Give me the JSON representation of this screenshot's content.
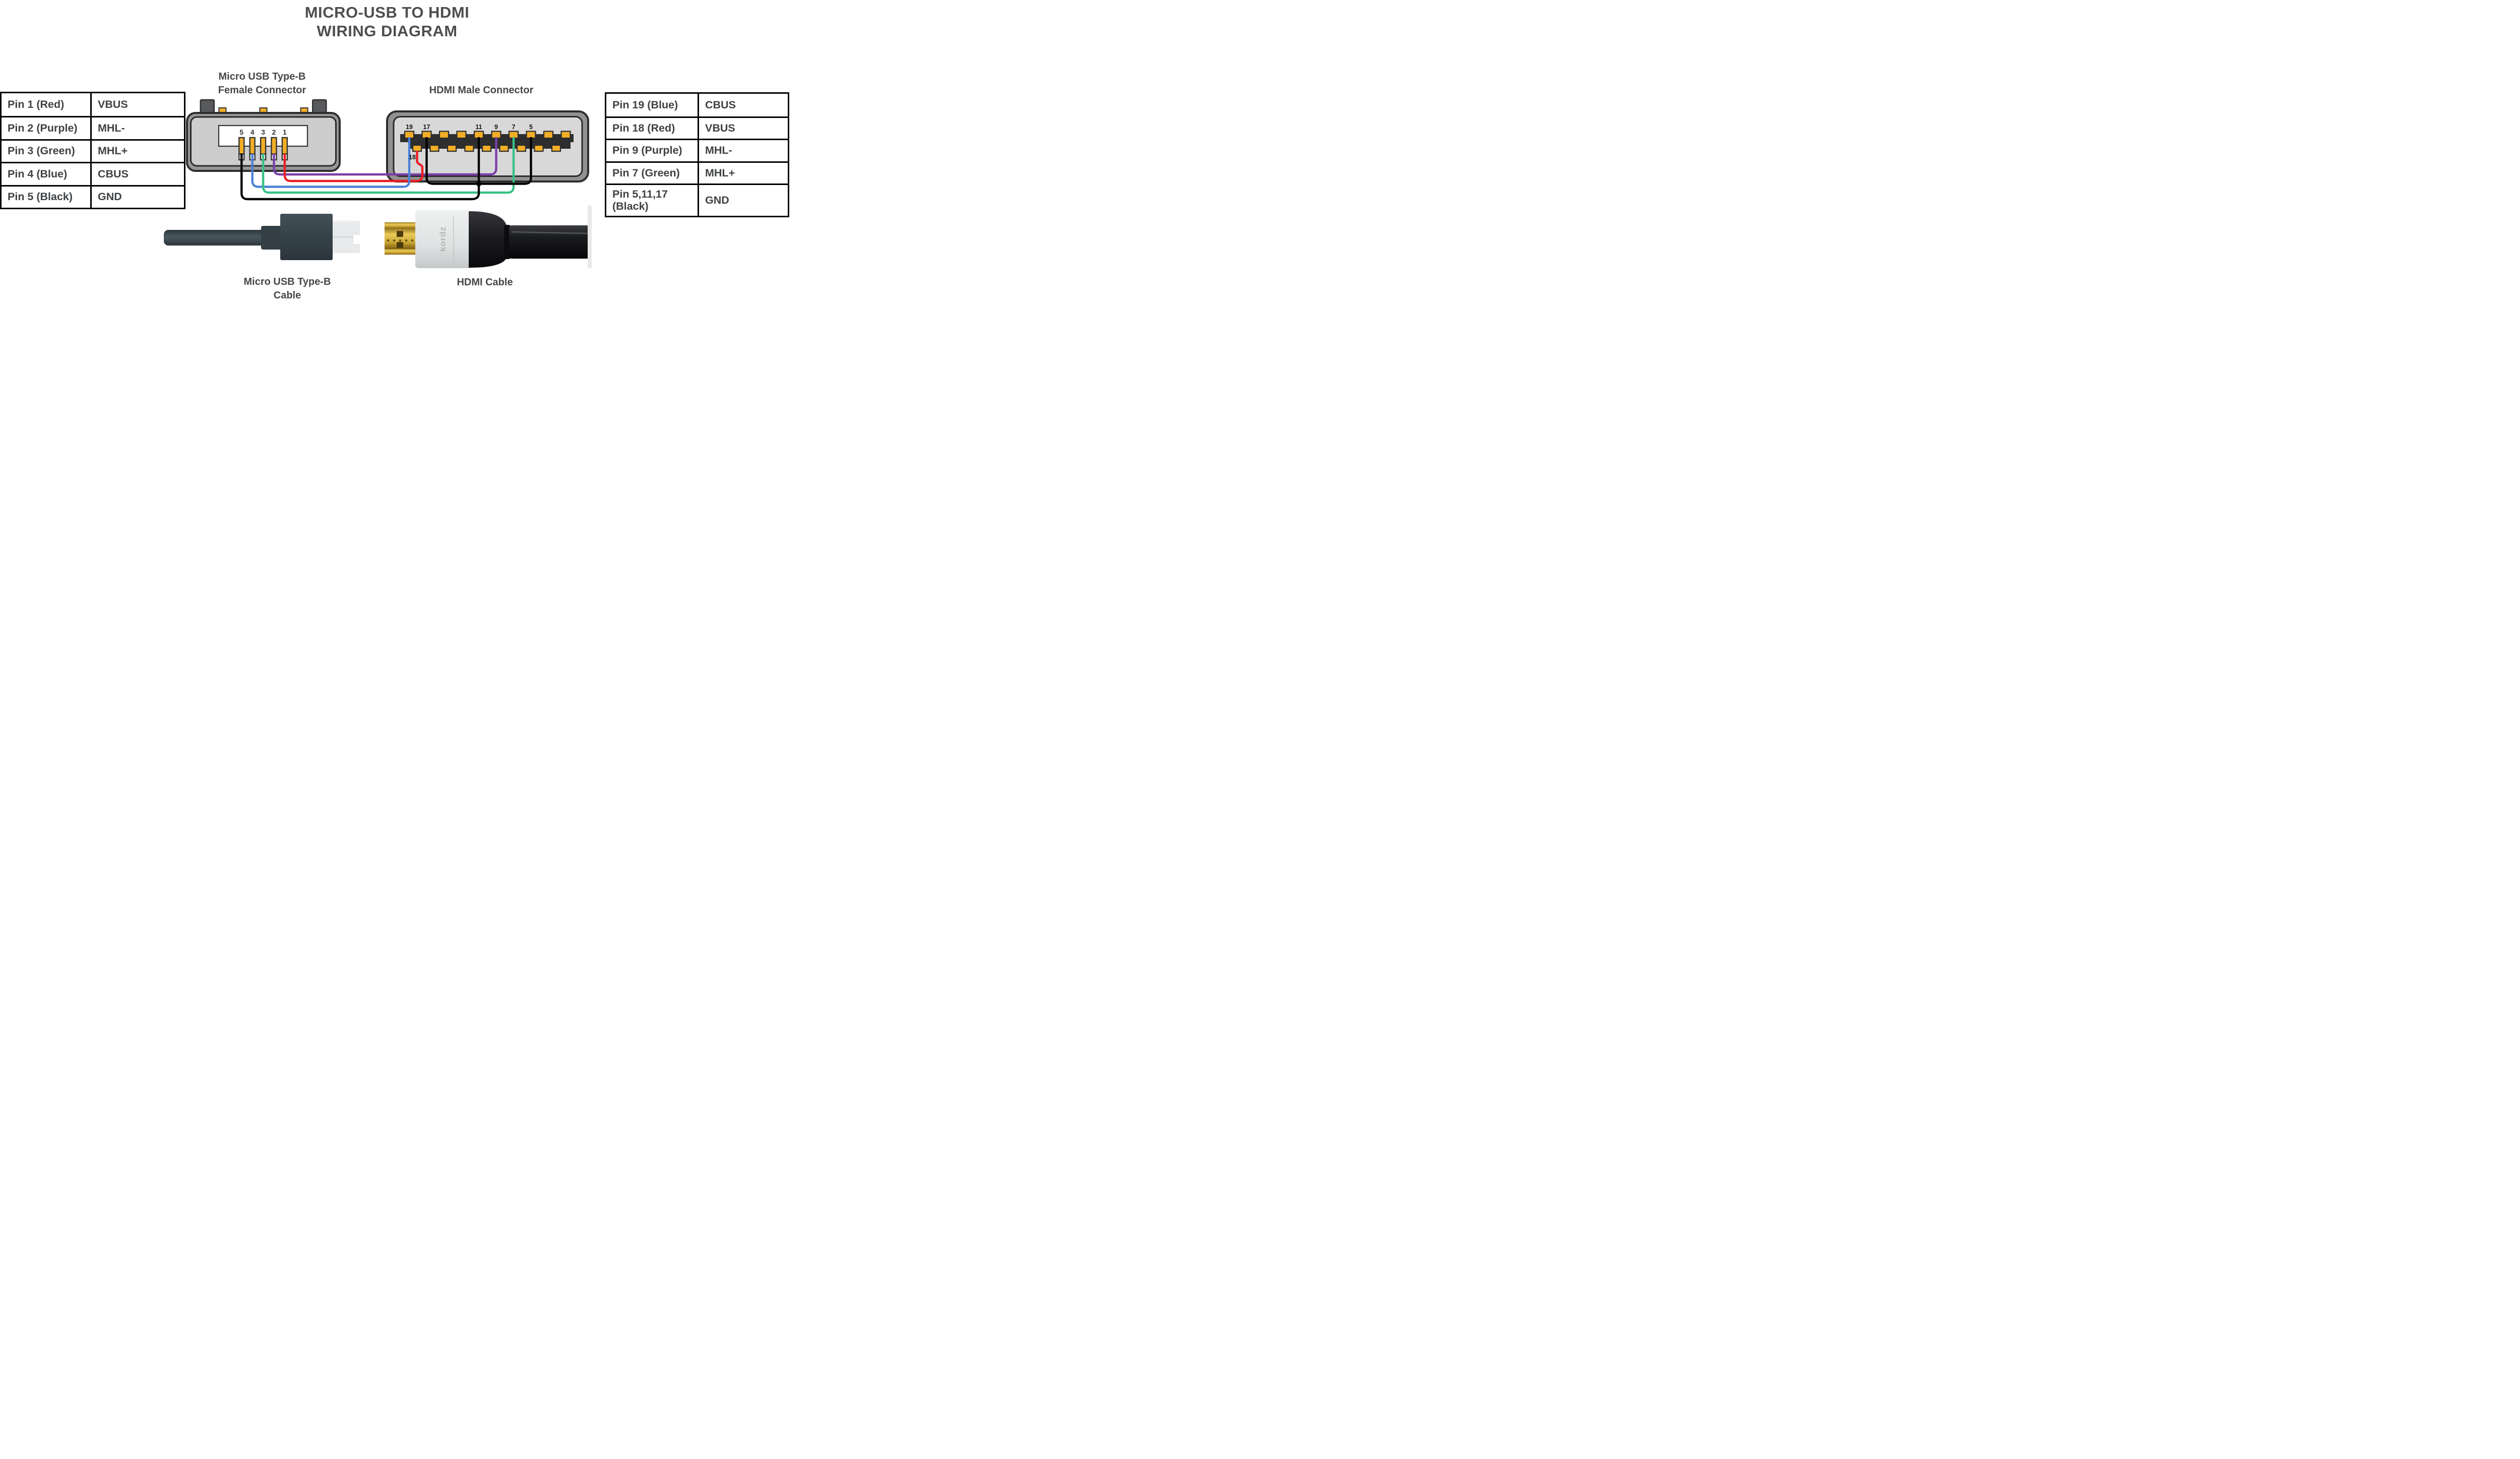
{
  "title": {
    "line1": "MICRO-USB TO HDMI",
    "line2": "WIRING DIAGRAM"
  },
  "left_table": {
    "rows": [
      {
        "pin": "Pin 1 (Red)",
        "signal": "VBUS"
      },
      {
        "pin": "Pin 2 (Purple)",
        "signal": "MHL-"
      },
      {
        "pin": "Pin 3 (Green)",
        "signal": "MHL+"
      },
      {
        "pin": "Pin 4 (Blue)",
        "signal": "CBUS"
      },
      {
        "pin": "Pin 5 (Black)",
        "signal": "GND"
      }
    ]
  },
  "right_table": {
    "rows": [
      {
        "pin": "Pin 19 (Blue)",
        "signal": "CBUS"
      },
      {
        "pin": "Pin 18 (Red)",
        "signal": "VBUS"
      },
      {
        "pin": "Pin 9 (Purple)",
        "signal": "MHL-"
      },
      {
        "pin": "Pin 7 (Green)",
        "signal": "MHL+"
      },
      {
        "pin": "Pin 5,11,17 (Black)",
        "signal": "GND"
      }
    ]
  },
  "micro_connector": {
    "label_line1": "Micro USB Type-B",
    "label_line2": "Female Connector",
    "pin_numbers": [
      "5",
      "4",
      "3",
      "2",
      "1"
    ]
  },
  "hdmi_connector": {
    "label": "HDMI Male Connector",
    "top_pin_labels": [
      "19",
      "17",
      "11",
      "9",
      "7",
      "5"
    ],
    "bottom_pin_label": "18"
  },
  "cable_photos": {
    "micro_label_line1": "Micro USB Type-B",
    "micro_label_line2": "Cable",
    "hdmi_label": "HDMI Cable",
    "hdmi_brand_text": "kordz"
  },
  "colors": {
    "red": "#ed1c24",
    "purple": "#7b3fa9",
    "green": "#38c186",
    "blue": "#4b81d8",
    "black": "#000000",
    "gold": "#f2ae27"
  }
}
